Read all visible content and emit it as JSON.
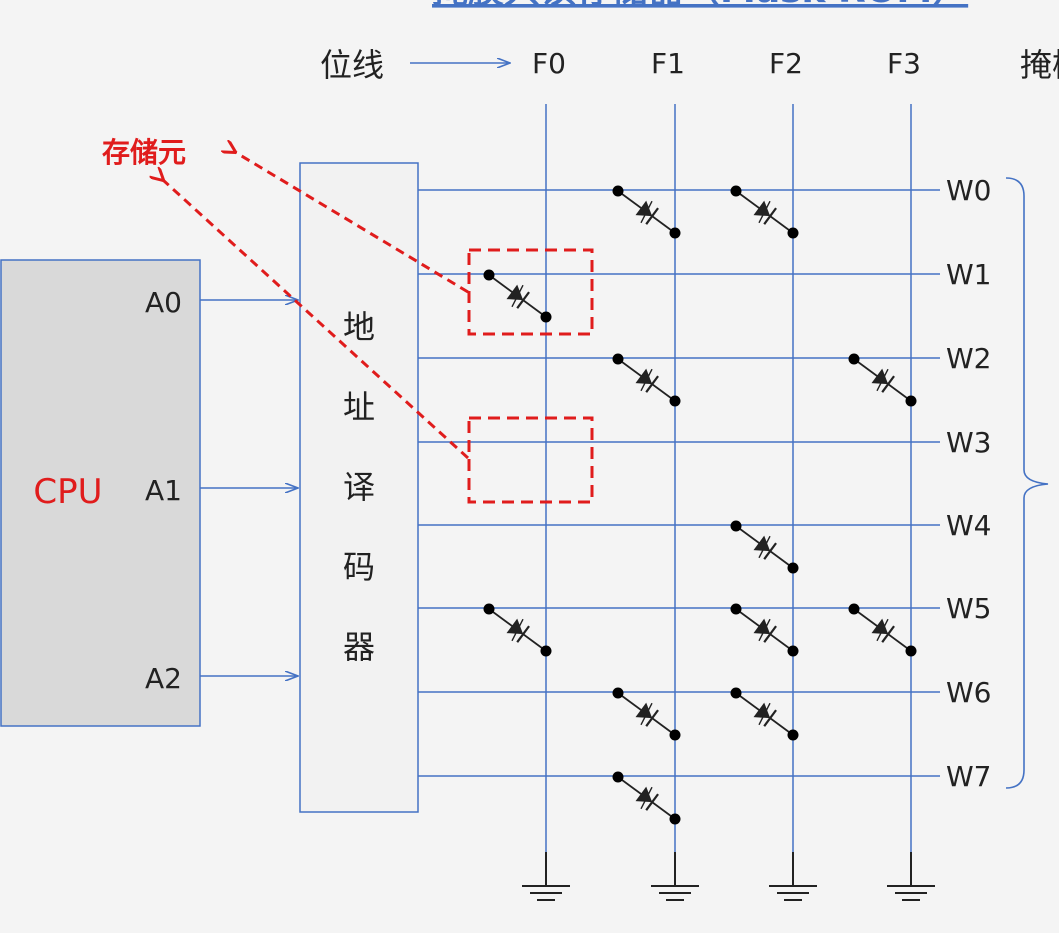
{
  "title": "掩膜只读存储器（Mask ROM）",
  "bitline_label": "位线",
  "mask_label": "掩模",
  "cell_label": "存储元",
  "cpu": {
    "label": "CPU",
    "address_lines": [
      "A0",
      "A1",
      "A2"
    ]
  },
  "decoder": {
    "label_chars": [
      "地",
      "址",
      "译",
      "码",
      "器"
    ]
  },
  "bitlines": [
    "F0",
    "F1",
    "F2",
    "F3"
  ],
  "wordlines": [
    "W0",
    "W1",
    "W2",
    "W3",
    "W4",
    "W5",
    "W6",
    "W7"
  ],
  "diodes": [
    {
      "word": 0,
      "bit": 1
    },
    {
      "word": 0,
      "bit": 2
    },
    {
      "word": 1,
      "bit": 0
    },
    {
      "word": 2,
      "bit": 1
    },
    {
      "word": 2,
      "bit": 3
    },
    {
      "word": 4,
      "bit": 2
    },
    {
      "word": 5,
      "bit": 0
    },
    {
      "word": 5,
      "bit": 2
    },
    {
      "word": 5,
      "bit": 3
    },
    {
      "word": 6,
      "bit": 1
    },
    {
      "word": 6,
      "bit": 2
    },
    {
      "word": 7,
      "bit": 1
    }
  ],
  "highlight_cells": [
    {
      "word": 1,
      "bit": 0
    },
    {
      "word": 3,
      "bit": 0
    }
  ],
  "colors": {
    "line": "#4472c4",
    "accent": "#e01c1c",
    "dark": "#222222",
    "cpu_fill": "#d9d9d9",
    "decoder_fill": "#f2f2f2"
  }
}
